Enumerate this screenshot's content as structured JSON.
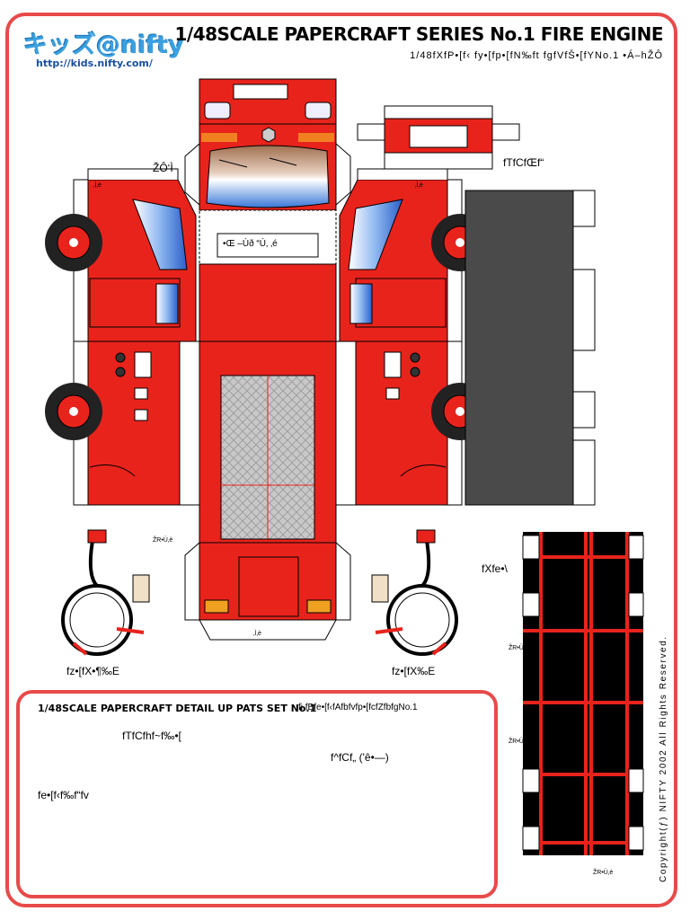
{
  "header": {
    "logo_text": "キッズ@nifty",
    "logo_url": "http://kids.nifty.com/",
    "title": "1/48SCALE PAPERCRAFT SERIES No.1  FIRE ENGINE",
    "subtitle": "1/48fXfP•[f‹  fy•[fp•[fN‰ft fgfVfŠ•[fYNo.1  •Á–hŽÔ"
  },
  "labels": {
    "main_body": "ŽÔ‘Ì",
    "siren_part": "fTfCfŒf“",
    "ladder": "fXfe•\\",
    "hose_left": "fz•[fX•¶‰E",
    "hose_right": "fz•[fX‰E",
    "plate_text": "•Œ –Ùð “Ú‚ ‚é",
    "glue_small": "‚Ì‚è",
    "glue_mark": "ŽR•Ü‚è"
  },
  "inset": {
    "title": "1/48SCALE PAPERCRAFT  DETAIL UP PATS SET No.1",
    "subtitle": "fi fBfe•[f‹fAfbfvfp•[fcfZfbfgNo.1",
    "mirror_label": "fTfCfhf~f‰•[",
    "wheel_label": "f^fCf„ ('ê•—)",
    "bumper_label": "fe•[f‹f‰f“fv"
  },
  "footer": {
    "copyright": "Copyright(ƒ) NIFTY 2002 All Rights Reserved."
  },
  "colors": {
    "frame": "#e84a4a",
    "truck_red": "#e8231c",
    "dark_gray": "#4a4a4a",
    "window_blue": "#3a78d8",
    "grille_gray": "#c8c8c8"
  }
}
